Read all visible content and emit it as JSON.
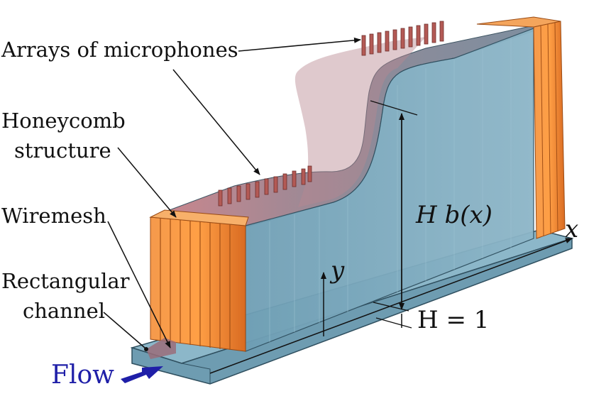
{
  "labels": {
    "arrays_of_microphones": "Arrays of microphones",
    "honeycomb_line1": "Honeycomb",
    "honeycomb_line2": "structure",
    "wiremesh": "Wiremesh",
    "rectangular_line1": "Rectangular",
    "rectangular_line2": "channel",
    "flow": "Flow",
    "height_label": "H b(x)",
    "unit_height": "H = 1",
    "x_axis": "x",
    "y_axis": "y"
  },
  "colors": {
    "channel_fill": "#7fa9bd",
    "channel_edge": "#2f4f5f",
    "honeycomb": "#f28a3c",
    "honeycomb_dark": "#c9611f",
    "microphone": "#b35a55",
    "top_surface": "#8e7f88",
    "flow_arrow": "#1f1fa8"
  }
}
